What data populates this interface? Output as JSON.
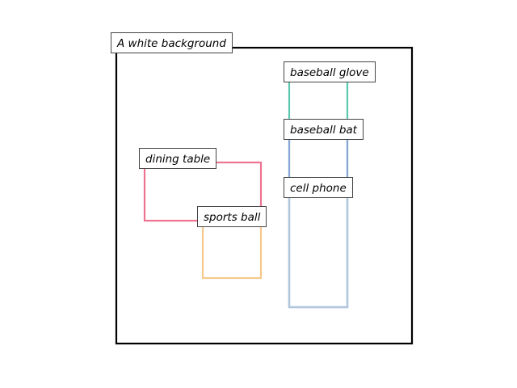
{
  "scene": {
    "caption": "A white background",
    "frame_color": "#000000"
  },
  "boxes": [
    {
      "label": "baseball glove",
      "color": "#5cc8b0"
    },
    {
      "label": "baseball bat",
      "color": "#8aa6d8"
    },
    {
      "label": "cell phone",
      "color": "#b4c6de"
    },
    {
      "label": "dining table",
      "color": "#ee7391"
    },
    {
      "label": "sports ball",
      "color": "#f6c98c"
    }
  ]
}
